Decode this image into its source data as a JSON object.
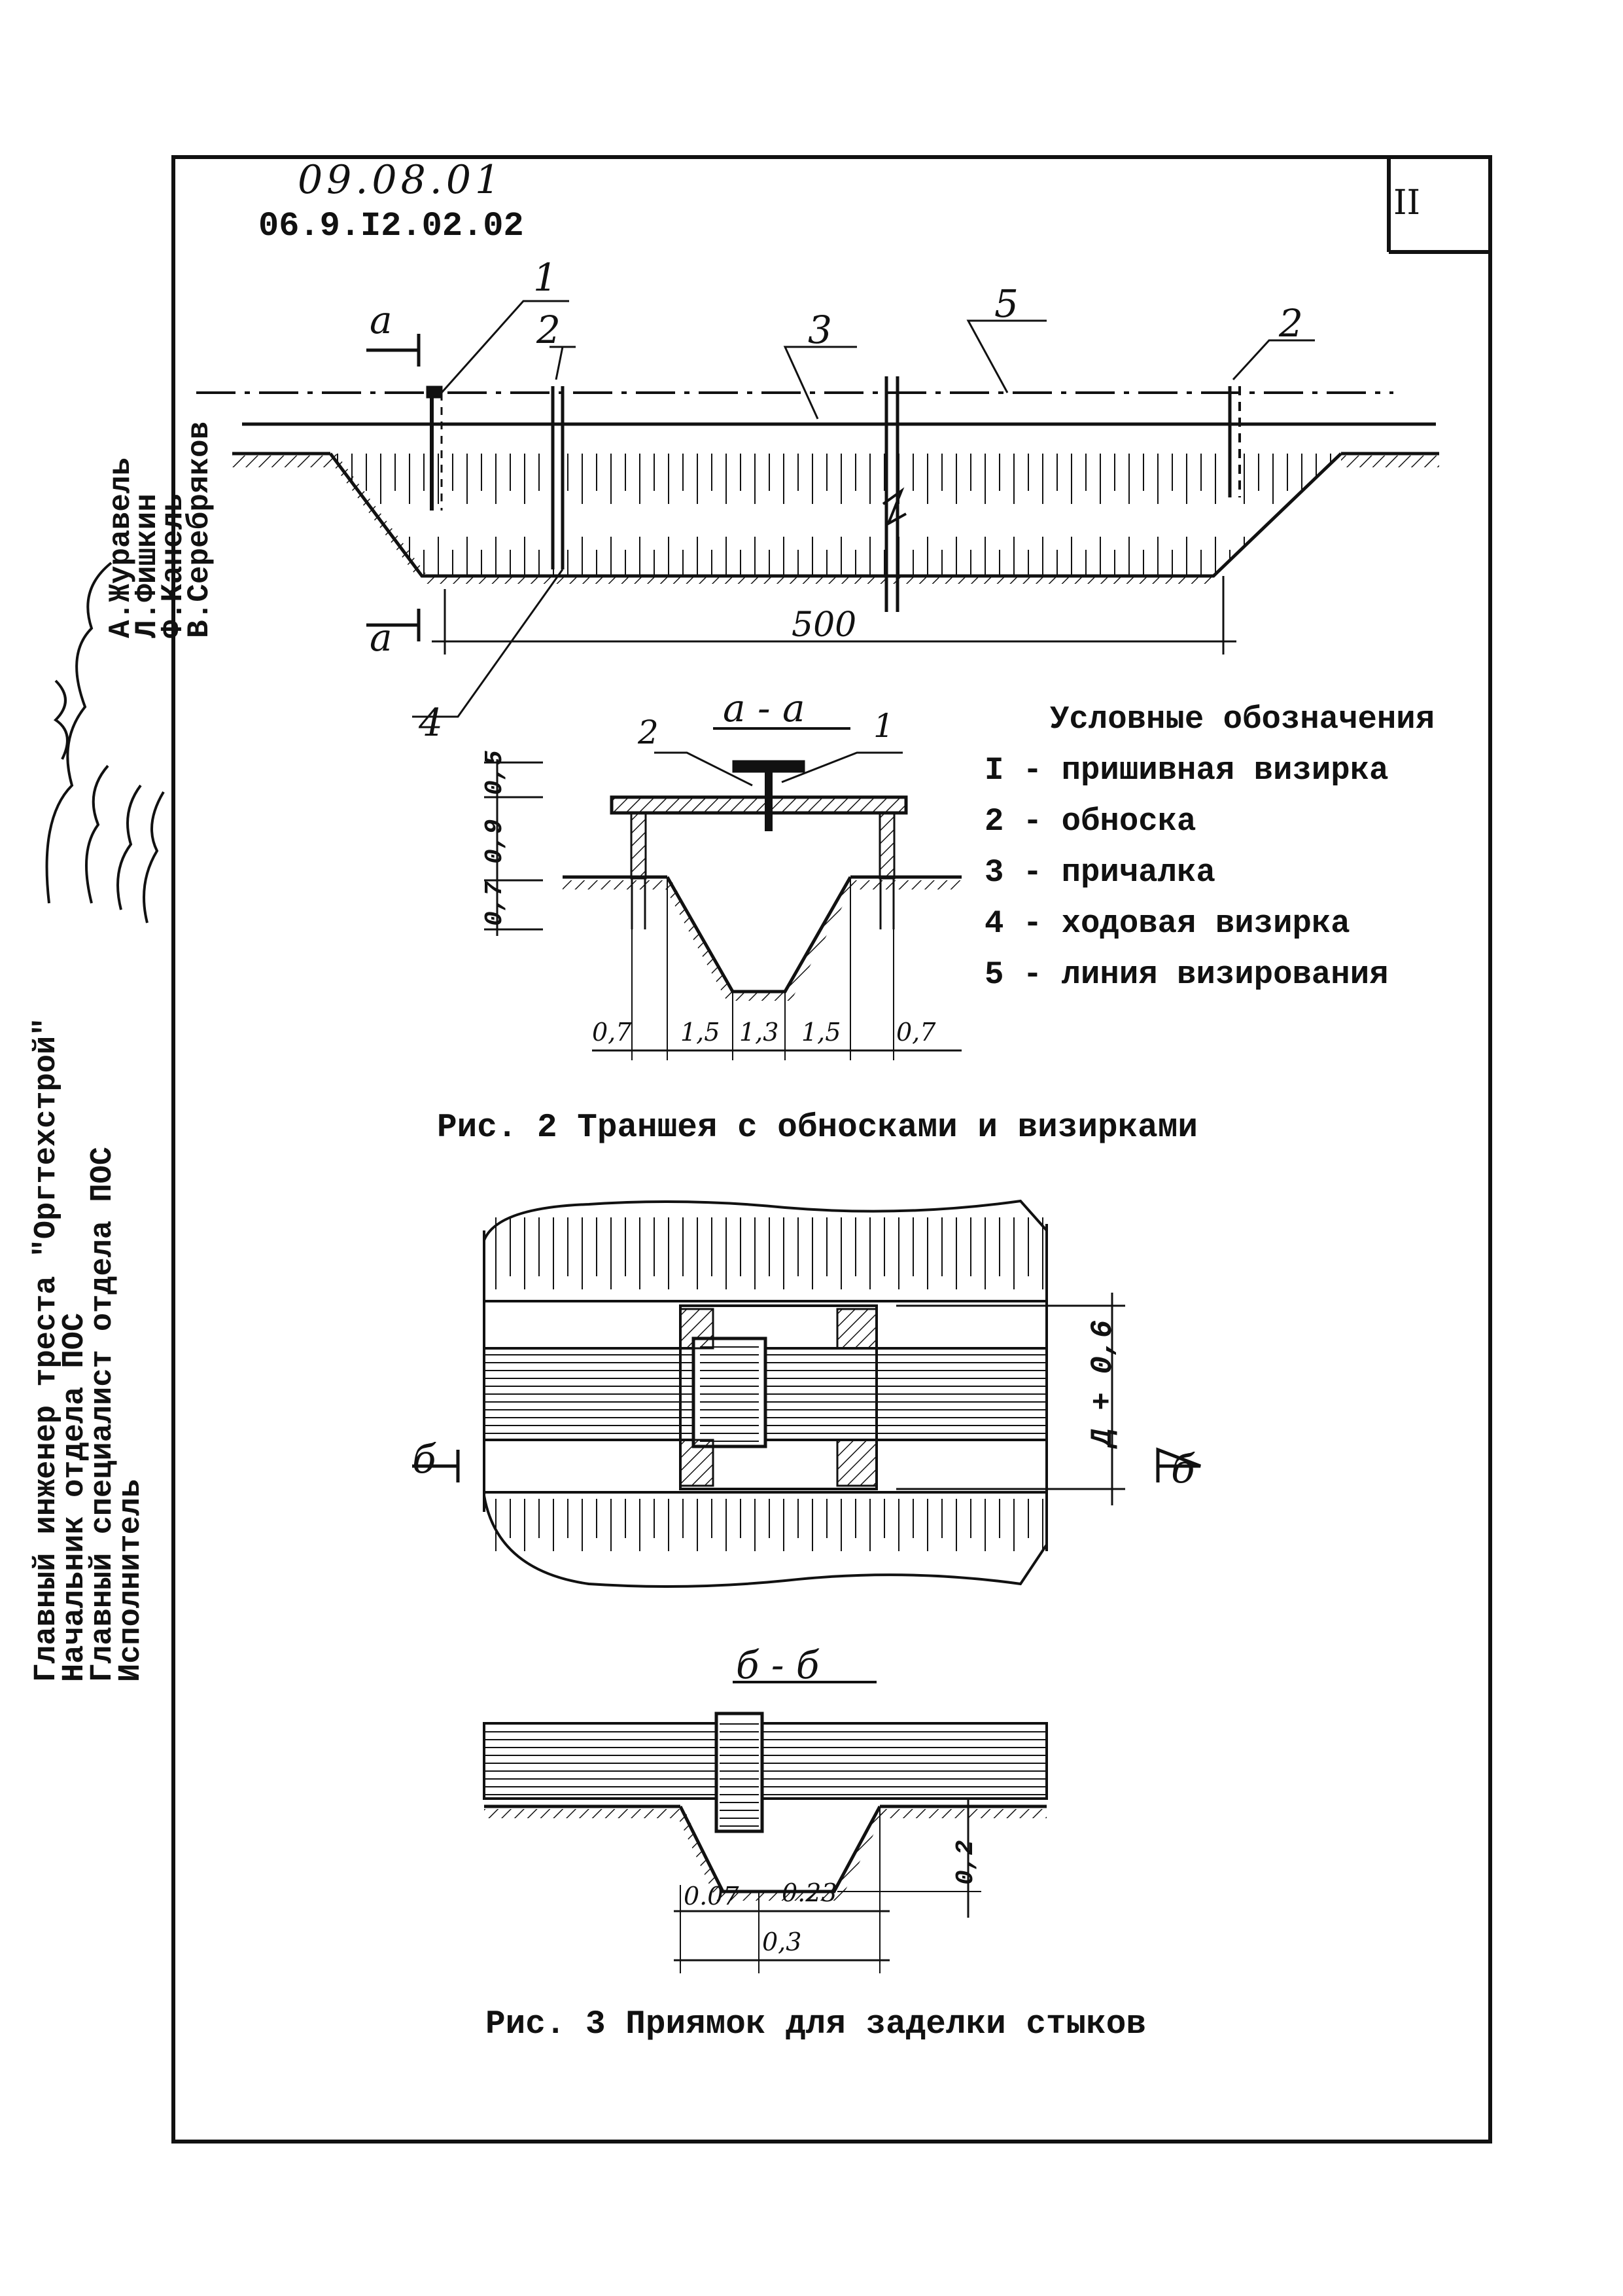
{
  "header": {
    "code_handwritten": "09.08.01",
    "code_printed": "06.9.I2.02.02",
    "sheet_number": "II"
  },
  "fig2": {
    "callouts": [
      "1",
      "2",
      "3",
      "5",
      "2",
      "4"
    ],
    "section_marks": [
      "а",
      "а"
    ],
    "length_label": "500",
    "section_title": "а - а",
    "section_callouts": [
      "2",
      "1"
    ],
    "vertical_dims": [
      "0,5",
      "0,9",
      "0,7"
    ],
    "horizontal_dims": [
      "0,7",
      "1,5",
      "1,3",
      "1,5",
      "0,7"
    ],
    "caption": "Рис. 2  Траншея с обносками и визирками"
  },
  "legend": {
    "title": "Условные обозначения",
    "items": [
      "I - пришивная визирка",
      "2 - обноска",
      "3 - причалка",
      "4 - ходовая визирка",
      "5 - линия визирования"
    ]
  },
  "fig3": {
    "section_marks": [
      "б",
      "б"
    ],
    "width_dim": "Д + 0,6",
    "section_title": "б - б",
    "dims": [
      "0.07",
      "0.23",
      "0,3",
      "0,2"
    ],
    "caption": "Рис. 3  Приямок для заделки стыков"
  },
  "title_block": {
    "roles": [
      "Главный инженер треста \"Оргтехстрой\"",
      "Начальник отдела ПОС",
      "Главный специалист отдела ПОС",
      "Исполнитель"
    ],
    "names": [
      "А.Журавель",
      "Л.Фишкин",
      "Ф.Канель",
      "В.Серебряков"
    ]
  },
  "colors": {
    "ink": "#111111",
    "paper": "#ffffff"
  }
}
